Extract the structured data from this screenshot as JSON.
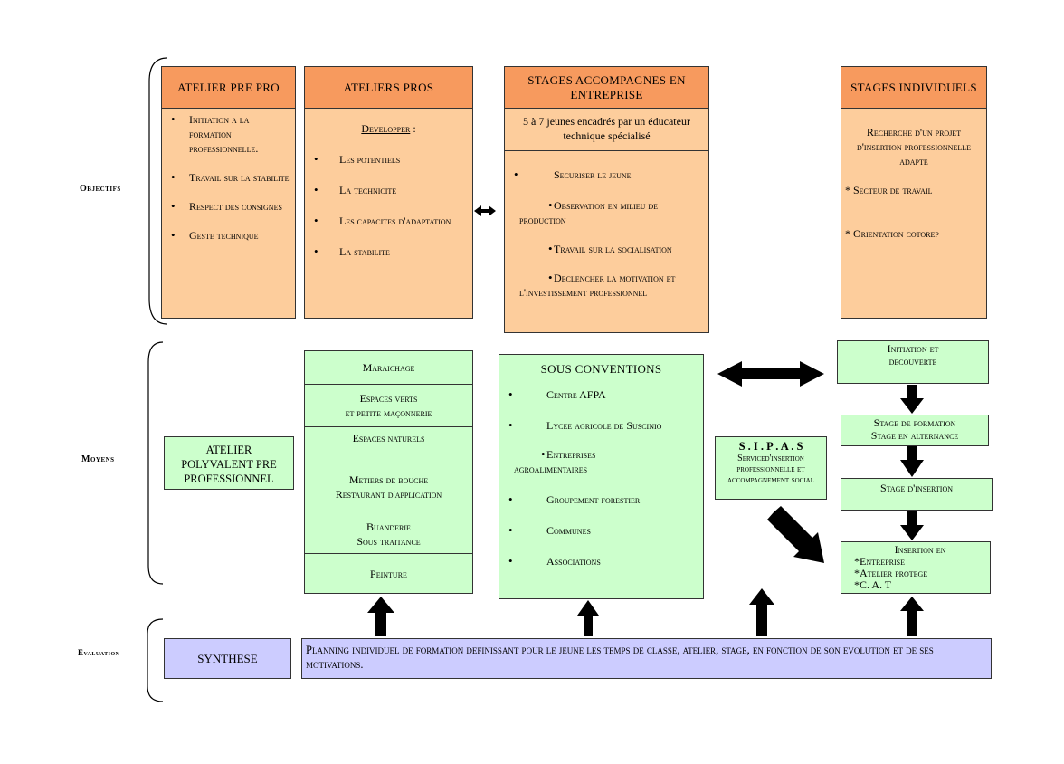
{
  "rows": {
    "objectifs": "Objectifs",
    "moyens": "Moyens",
    "evaluation": "Evaluation"
  },
  "objectifs": {
    "col1": {
      "title": "ATELIER PRE PRO",
      "items": [
        "Initiation a la formation professionnelle.",
        "Travail sur la stabilite",
        "Respect des consignes",
        "Geste technique"
      ]
    },
    "col2": {
      "title": "ATELIERS PROS",
      "intro": "Developper",
      "intro_suffix": " :",
      "items": [
        "Les potentiels",
        "La technicite",
        "Les capacites d'adaptation",
        "La stabilite"
      ]
    },
    "col3": {
      "title": "STAGES ACCOMPAGNES EN ENTREPRISE",
      "subtitle": "5 à 7 jeunes encadrés par un éducateur technique spécialisé",
      "items": [
        "Securiser le jeune",
        "Observation en milieu de production",
        "Travail sur la socialisation",
        "Declencher la motivation et l'investissement professionnel"
      ]
    },
    "col4": {
      "title": "STAGES INDIVIDUELS",
      "text": "Recherche d'un projet d'insertion professionnelle adapte",
      "items": [
        "* Secteur de travail",
        "* Orientation cotorep"
      ]
    }
  },
  "moyens": {
    "atelier_polyvalent": "ATELIER POLYVALENT PRE PROFESSIONNEL",
    "ateliers": {
      "maraichage": "Maraichage",
      "espaces_verts_1": "Espaces verts",
      "espaces_verts_2": "et petite maçonnerie",
      "espaces_naturels": "Espaces naturels",
      "metiers_1": "Metiers de bouche",
      "metiers_2": "Restaurant d'application",
      "buanderie_1": "Buanderie",
      "buanderie_2": "Sous traitance",
      "peinture": "Peinture"
    },
    "conventions": {
      "title": "SOUS CONVENTIONS",
      "items": [
        "Centre AFPA",
        "Lycee agricole de Suscinio",
        "Entreprises agroalimentaires",
        "Groupement forestier",
        "Communes",
        "Associations"
      ]
    },
    "sipas": {
      "title": "S . I . P . A . S",
      "text": "Serviced'insertion professionnelle et accompagnement social"
    },
    "pathway": {
      "initiation_1": "Initiation et",
      "initiation_2": "decouverte",
      "stage_formation_1": "Stage de formation",
      "stage_formation_2": "Stage en alternance",
      "stage_insertion": "Stage d'insertion",
      "insertion_title": "Insertion en",
      "insertion_items": [
        "*Entreprise",
        "*Atelier protege",
        "*C. A. T"
      ]
    }
  },
  "evaluation": {
    "synthese": "SYNTHESE",
    "planning": "Planning individuel de formation definissant pour le jeune les temps de classe, atelier, stage, en fonction de son evolution et de ses motivations."
  },
  "colors": {
    "header_orange": "#f79a5e",
    "objective_orange": "#fdcd9c",
    "means_green": "#ccffcc",
    "evaluation_lavender": "#ccccff",
    "border": "#333333",
    "arrow": "#000000"
  }
}
